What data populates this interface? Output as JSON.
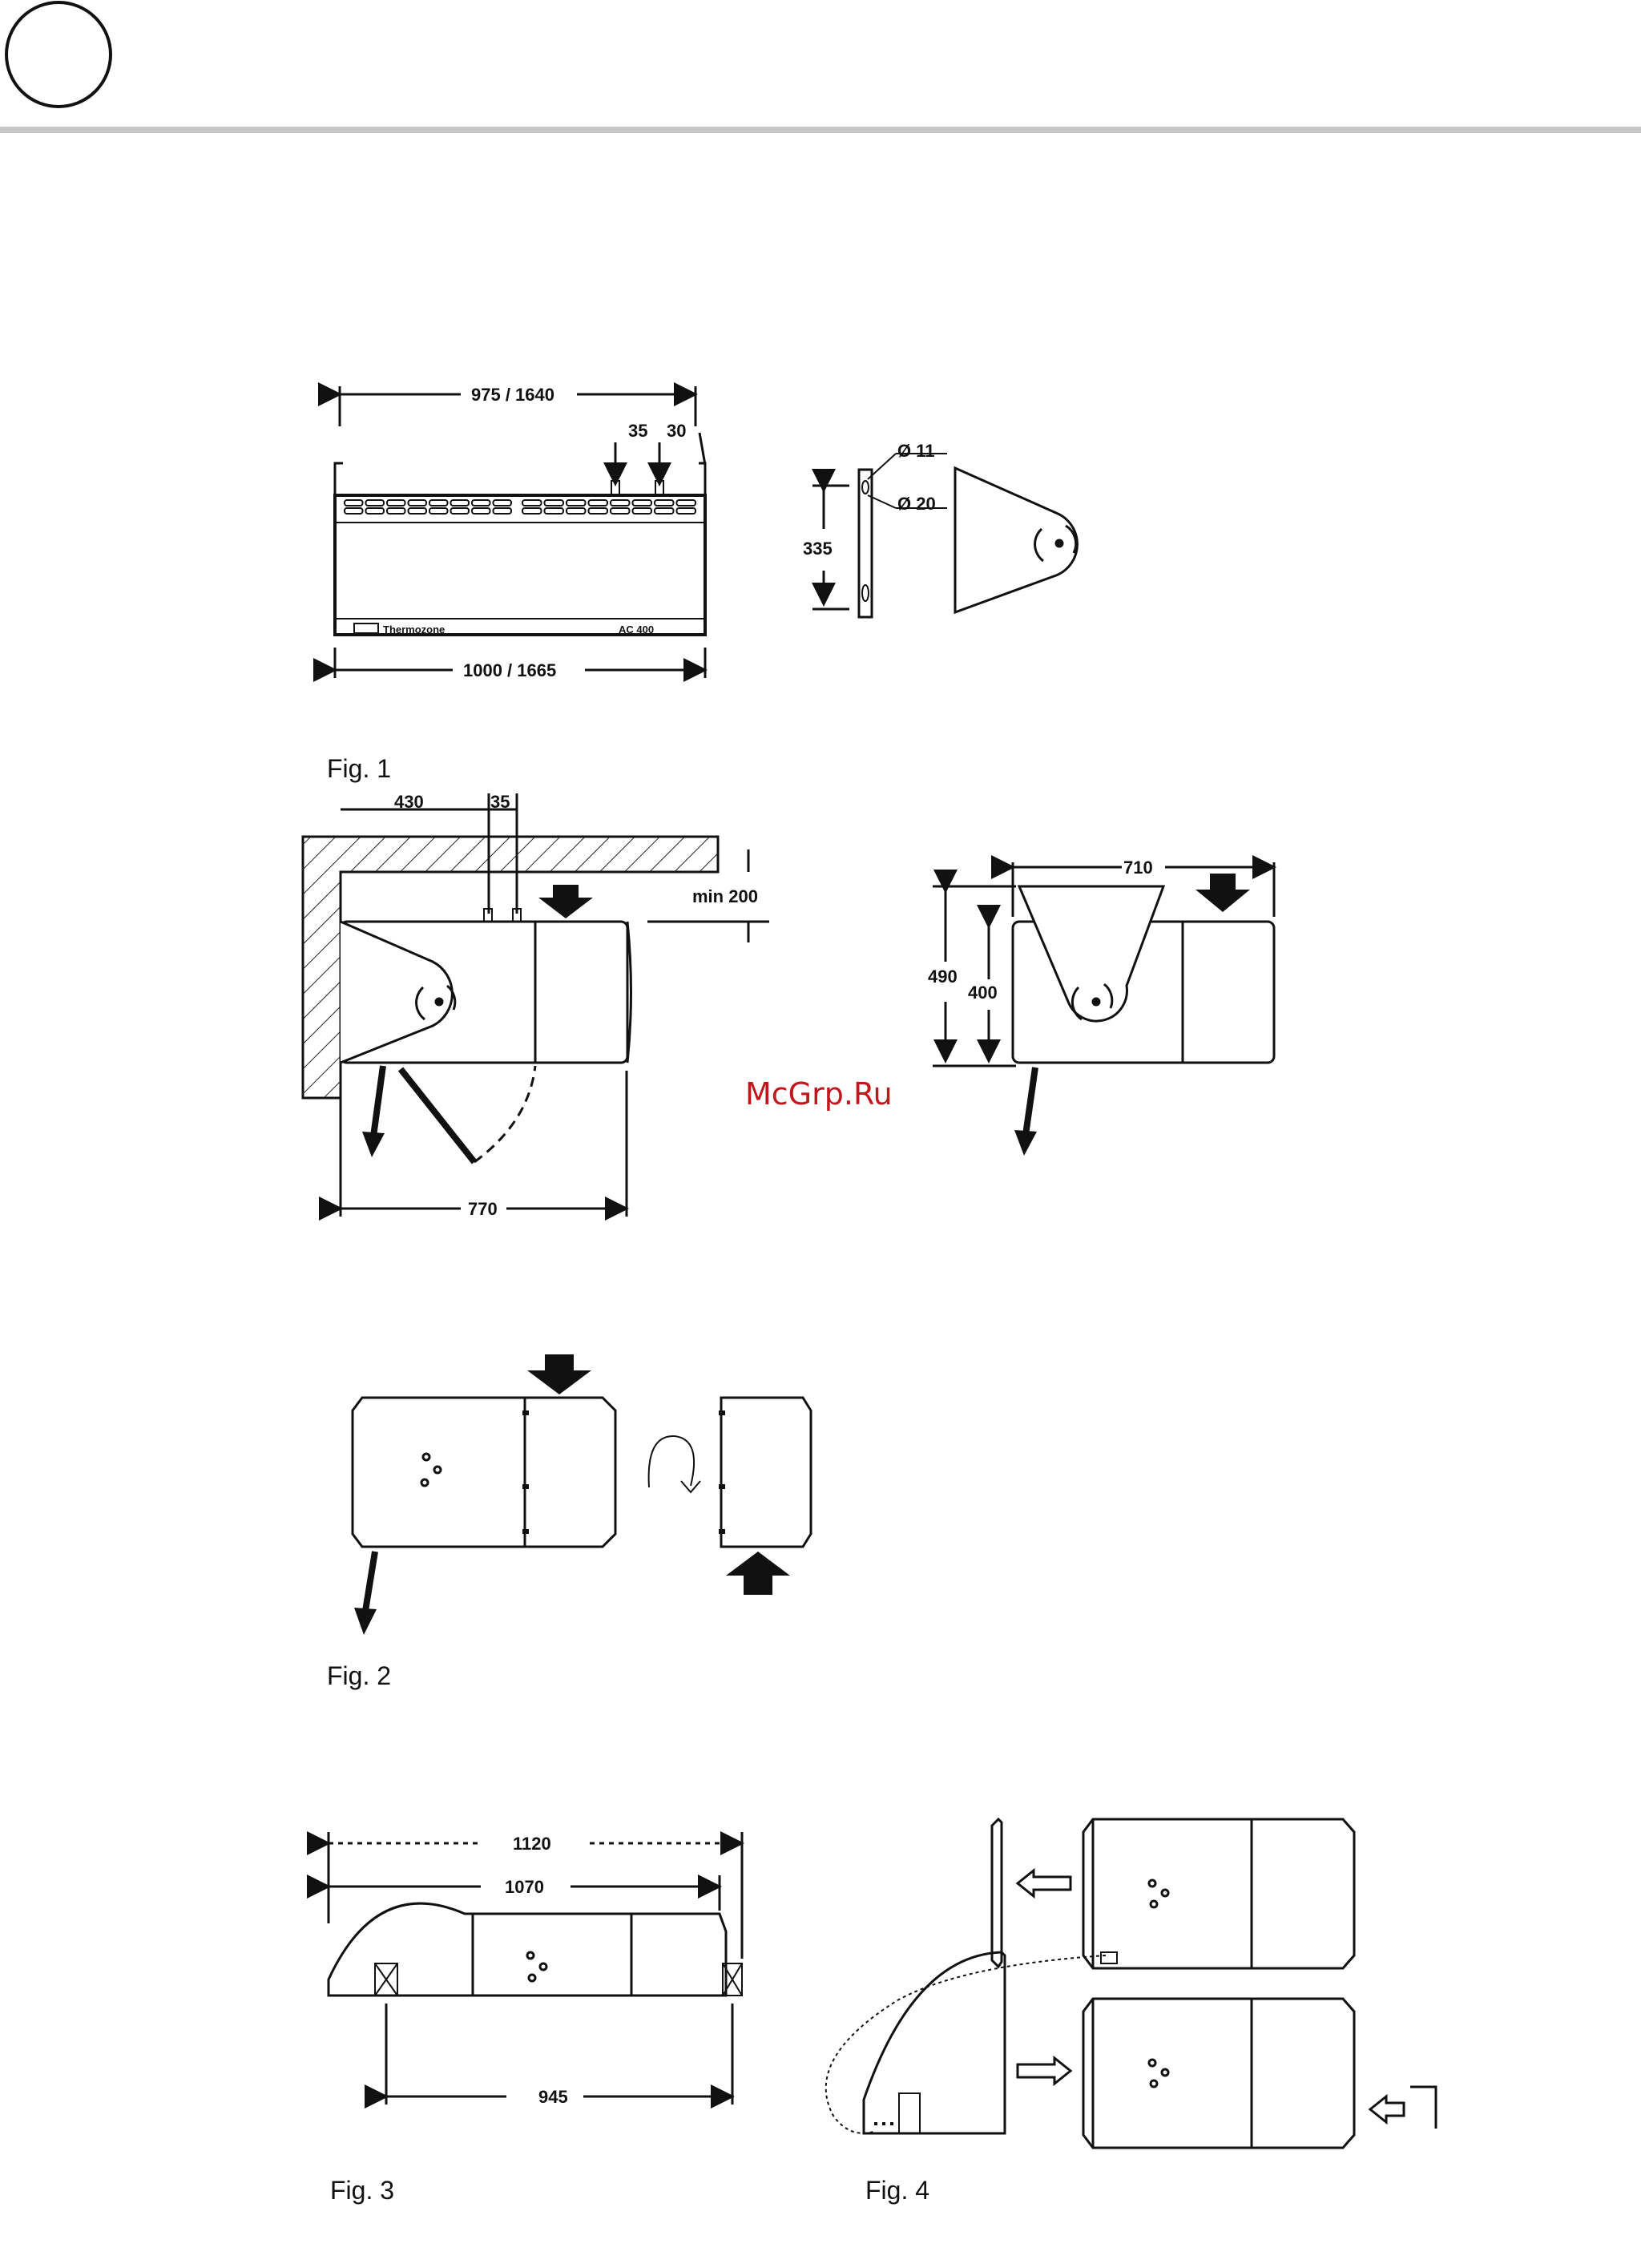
{
  "watermark": "McGrp.Ru",
  "figure_labels": {
    "fig1": "Fig. 1",
    "fig2": "Fig. 2",
    "fig3": "Fig. 3",
    "fig4": "Fig. 4"
  },
  "fig1_front": {
    "top_dim": "975 / 1640",
    "dim_a": "35",
    "dim_b": "30",
    "bottom_dim": "1000 / 1665",
    "brand": "Thermozone",
    "model": "AC 400"
  },
  "fig1_bracket": {
    "hole_small": "Ø 11",
    "hole_large": "Ø 20",
    "height": "335"
  },
  "fig1_wall": {
    "dim_430": "430",
    "dim_35": "35",
    "clearance": "min 200",
    "depth": "770"
  },
  "fig1_ceiling": {
    "width": "710",
    "height_outer": "490",
    "height_inner": "400"
  },
  "fig3": {
    "dim_1120": "1120",
    "dim_1070": "1070",
    "dim_945": "945"
  },
  "colors": {
    "line": "#111111",
    "page_rule": "#c8c8c8",
    "watermark": "#c0161c"
  }
}
